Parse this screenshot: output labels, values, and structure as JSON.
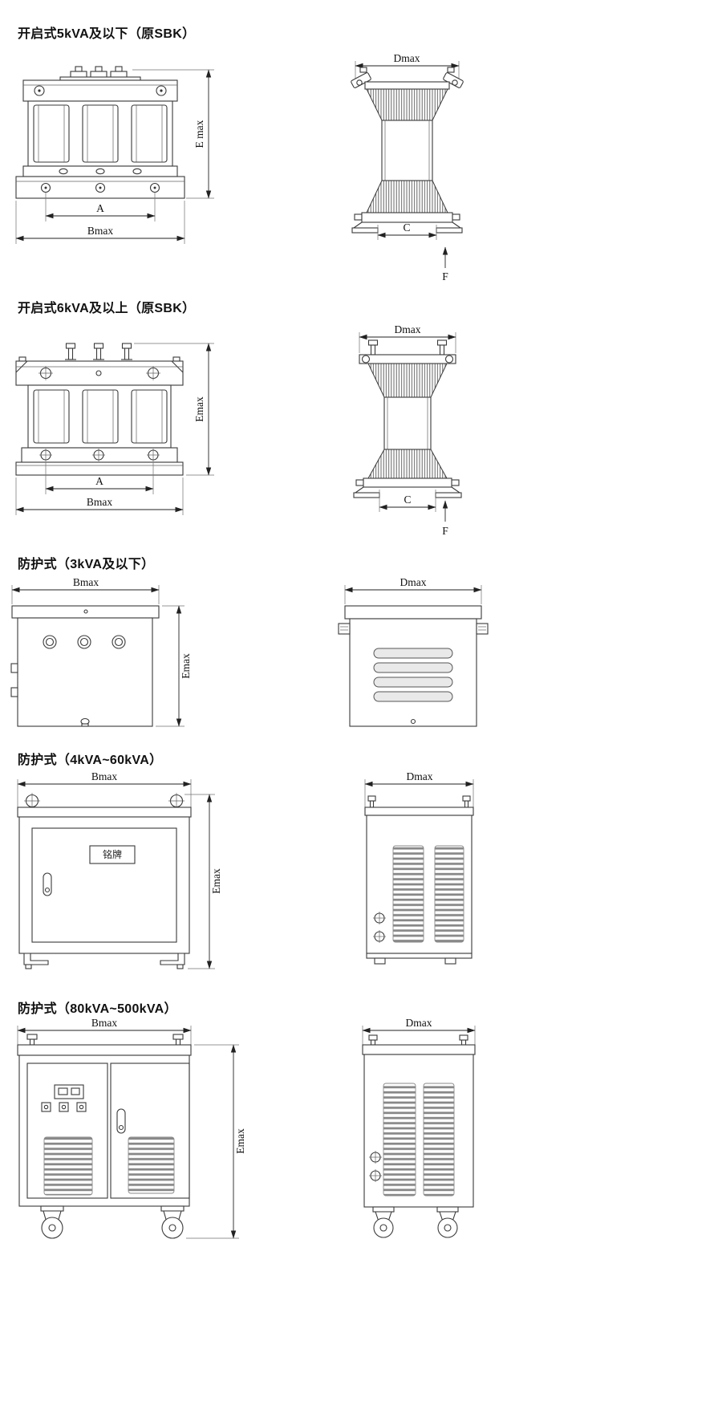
{
  "page": {
    "background": "#ffffff",
    "line_color": "#3a3a3a"
  },
  "sections": [
    {
      "title": "开启式5kVA及以下（原SBK）",
      "front": {
        "dim_e": "E max",
        "dim_a": "A",
        "dim_b": "Bmax"
      },
      "side": {
        "dim_d": "Dmax",
        "dim_c": "C",
        "dim_f": "F"
      }
    },
    {
      "title": "开启式6kVA及以上（原SBK）",
      "front": {
        "dim_e": "Emax",
        "dim_a": "A",
        "dim_b": "Bmax"
      },
      "side": {
        "dim_d": "Dmax",
        "dim_c": "C",
        "dim_f": "F"
      }
    },
    {
      "title": "防护式（3kVA及以下）",
      "front": {
        "dim_b": "Bmax",
        "dim_e": "Emax"
      },
      "side": {
        "dim_d": "Dmax"
      }
    },
    {
      "title": "防护式（4kVA~60kVA）",
      "front": {
        "dim_b": "Bmax",
        "dim_e": "Emax",
        "nameplate": "铭牌"
      },
      "side": {
        "dim_d": "Dmax"
      }
    },
    {
      "title": "防护式（80kVA~500kVA）",
      "front": {
        "dim_b": "Bmax",
        "dim_e": "Emax"
      },
      "side": {
        "dim_d": "Dmax"
      }
    }
  ]
}
